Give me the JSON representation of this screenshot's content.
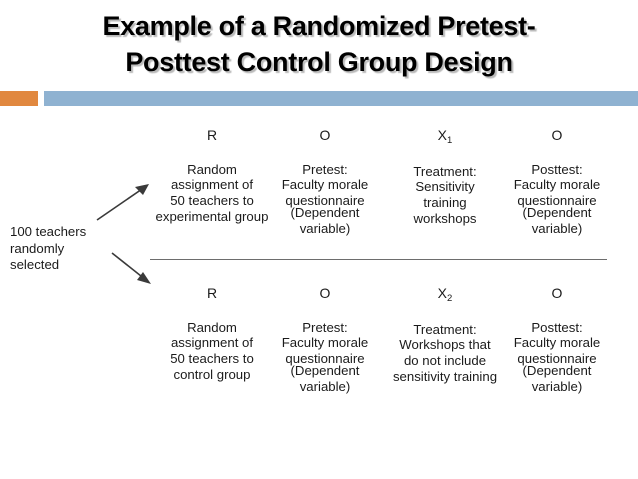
{
  "slide": {
    "title": "Example of a Randomized Pretest-\nPosttest Control Group Design",
    "accent_orange": "#e1883f",
    "accent_blue": "#8fb2d1"
  },
  "diagram": {
    "source_label": "100 teachers\nrandomly\nselected",
    "columns": [
      {
        "header": "R",
        "subscript": ""
      },
      {
        "header": "O",
        "subscript": ""
      },
      {
        "header": "X",
        "subscript": "1"
      },
      {
        "header": "O",
        "subscript": ""
      }
    ],
    "rows": [
      {
        "name": "experimental-group-row",
        "cells": [
          {
            "symbol": "R",
            "subscript": "",
            "text": "Random\nassignment of\n50 teachers to\nexperimental group",
            "note": ""
          },
          {
            "symbol": "O",
            "subscript": "",
            "text": "Pretest:\nFaculty morale\nquestionnaire",
            "note": "(Dependent\nvariable)"
          },
          {
            "symbol": "X",
            "subscript": "1",
            "text": "Treatment:\nSensitivity\ntraining\nworkshops",
            "note": ""
          },
          {
            "symbol": "O",
            "subscript": "",
            "text": "Posttest:\nFaculty morale\nquestionnaire",
            "note": "(Dependent\nvariable)"
          }
        ]
      },
      {
        "name": "control-group-row",
        "cells": [
          {
            "symbol": "R",
            "subscript": "",
            "text": "Random\nassignment of\n50 teachers to\ncontrol group",
            "note": ""
          },
          {
            "symbol": "O",
            "subscript": "",
            "text": "Pretest:\nFaculty morale\nquestionnaire",
            "note": "(Dependent\nvariable)"
          },
          {
            "symbol": "X",
            "subscript": "2",
            "text": "Treatment:\nWorkshops that\ndo not include\nsensitivity training",
            "note": ""
          },
          {
            "symbol": "O",
            "subscript": "",
            "text": "Posttest:\nFaculty morale\nquestionnaire",
            "note": "(Dependent\nvariable)"
          }
        ]
      }
    ]
  }
}
